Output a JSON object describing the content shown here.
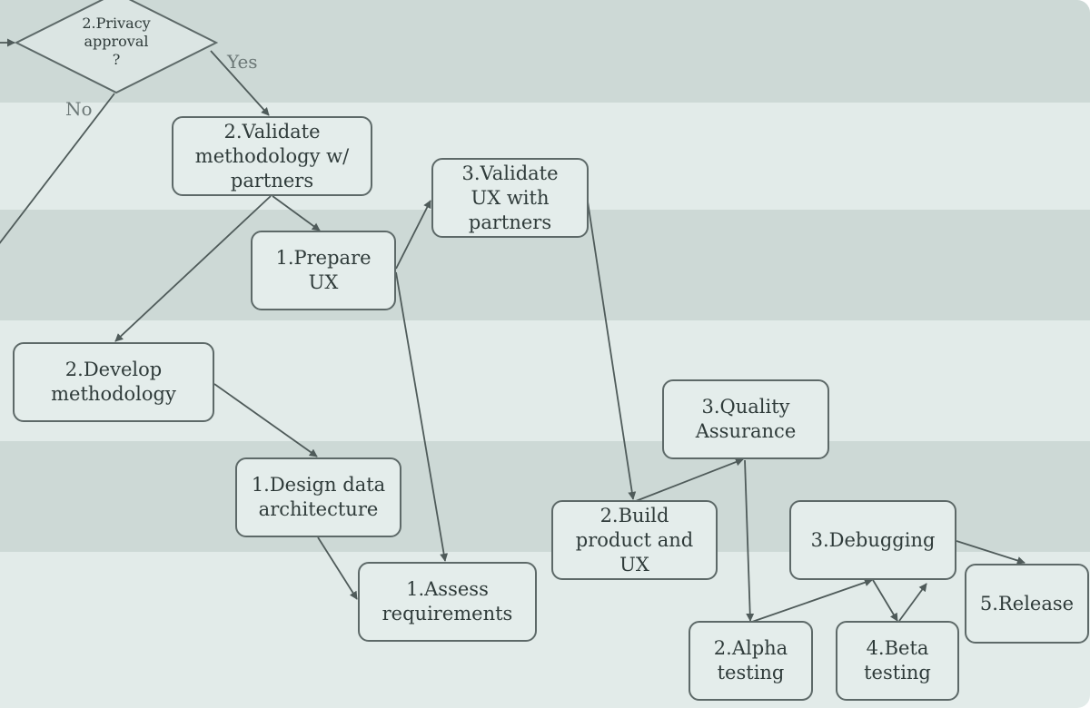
{
  "diagram": {
    "colors": {
      "band_dark": "#cdd9d6",
      "band_light": "#e2ebe9",
      "node_fill": "#e4edeb",
      "node_stroke": "#5d6968",
      "edge": "#4f5b5a"
    },
    "decision": {
      "label": "2.Privacy\napproval\n?",
      "yes_label": "Yes",
      "no_label": "No"
    },
    "nodes": {
      "validate_methodology": "2.Validate\nmethodology w/\npartners",
      "validate_ux": "3.Validate\nUX with\npartners",
      "prepare_ux": "1.Prepare\nUX",
      "develop_methodology": "2.Develop\nmethodology",
      "quality_assurance": "3.Quality\nAssurance",
      "design_data": "1.Design data\narchitecture",
      "build_product": "2.Build\nproduct and\nUX",
      "debugging": "3.Debugging",
      "assess_requirements": "1.Assess\nrequirements",
      "release": "5.Release",
      "alpha_testing": "2.Alpha\ntesting",
      "beta_testing": "4.Beta\ntesting"
    }
  }
}
